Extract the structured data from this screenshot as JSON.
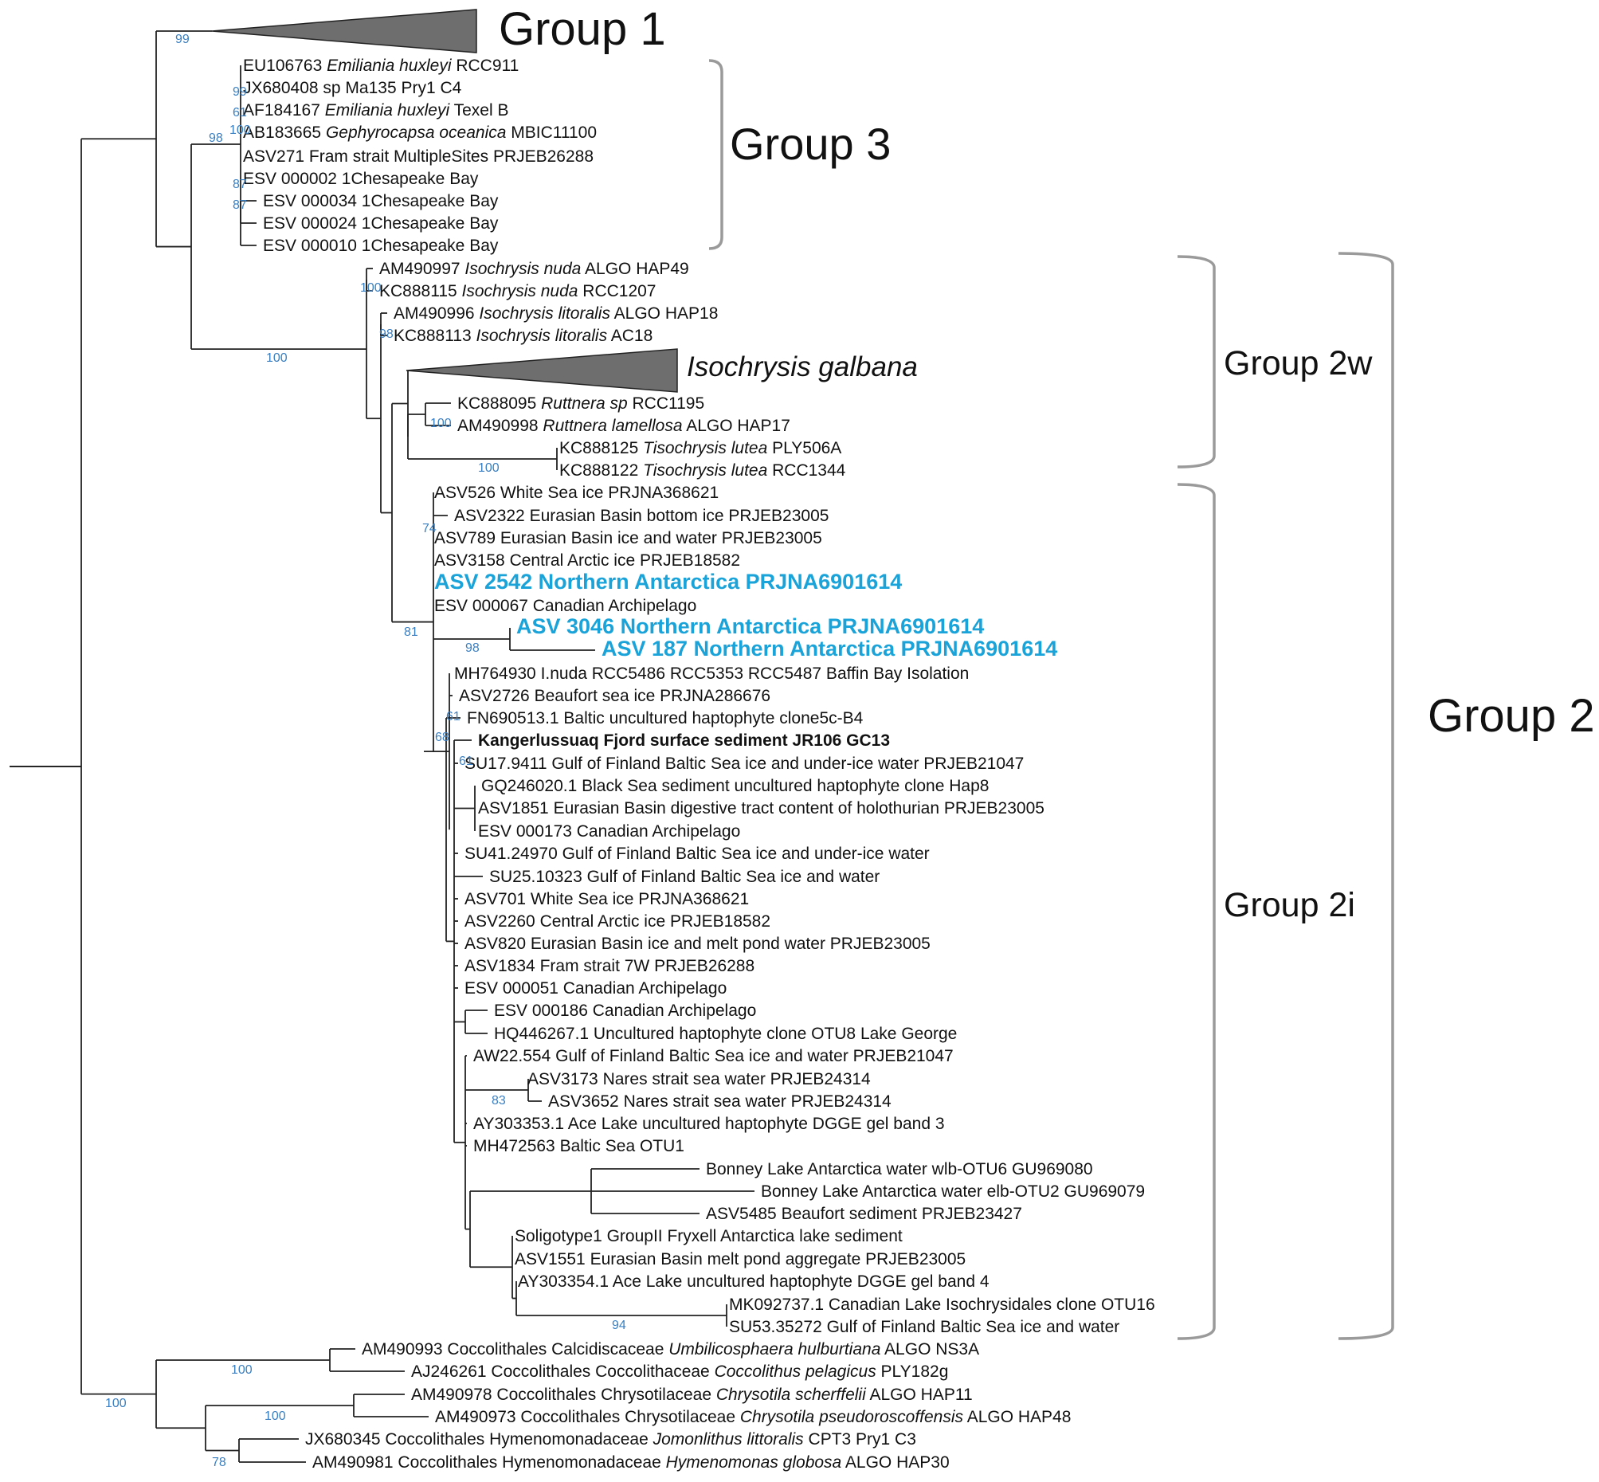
{
  "tips": [
    {
      "id": "t1",
      "parts": [
        {
          "t": "EU106763 "
        },
        {
          "t": "Emiliania huxleyi",
          "i": true
        },
        {
          "t": " RCC911"
        }
      ]
    },
    {
      "id": "t2",
      "parts": [
        {
          "t": "JX680408 sp Ma135 Pry1 C4"
        }
      ]
    },
    {
      "id": "t3",
      "parts": [
        {
          "t": "AF184167 "
        },
        {
          "t": "Emiliania huxleyi",
          "i": true
        },
        {
          "t": " Texel B"
        }
      ]
    },
    {
      "id": "t4",
      "parts": [
        {
          "t": "AB183665 "
        },
        {
          "t": "Gephyrocapsa oceanica",
          "i": true
        },
        {
          "t": " MBIC11100"
        }
      ]
    },
    {
      "id": "t5",
      "parts": [
        {
          "t": "ASV271 Fram strait MultipleSites PRJEB26288"
        }
      ]
    },
    {
      "id": "t6",
      "parts": [
        {
          "t": "ESV 000002 1Chesapeake Bay"
        }
      ]
    },
    {
      "id": "t7",
      "parts": [
        {
          "t": "ESV 000034 1Chesapeake Bay"
        }
      ]
    },
    {
      "id": "t8",
      "parts": [
        {
          "t": "ESV 000024 1Chesapeake Bay"
        }
      ]
    },
    {
      "id": "t9",
      "parts": [
        {
          "t": "ESV 000010 1Chesapeake Bay"
        }
      ]
    },
    {
      "id": "t10",
      "parts": [
        {
          "t": "AM490997 "
        },
        {
          "t": "Isochrysis nuda",
          "i": true
        },
        {
          "t": " ALGO HAP49"
        }
      ]
    },
    {
      "id": "t11",
      "parts": [
        {
          "t": "KC888115 "
        },
        {
          "t": "Isochrysis nuda",
          "i": true
        },
        {
          "t": " RCC1207"
        }
      ]
    },
    {
      "id": "t12",
      "parts": [
        {
          "t": "AM490996 "
        },
        {
          "t": "Isochrysis litoralis",
          "i": true
        },
        {
          "t": " ALGO HAP18"
        }
      ]
    },
    {
      "id": "t13",
      "parts": [
        {
          "t": "KC888113 "
        },
        {
          "t": "Isochrysis litoralis",
          "i": true
        },
        {
          "t": " AC18"
        }
      ]
    },
    {
      "id": "t14",
      "parts": [
        {
          "t": "KC888095 "
        },
        {
          "t": "Ruttnera sp",
          "i": true
        },
        {
          "t": " RCC1195"
        }
      ]
    },
    {
      "id": "t15",
      "parts": [
        {
          "t": "AM490998 "
        },
        {
          "t": "Ruttnera lamellosa",
          "i": true
        },
        {
          "t": " ALGO HAP17"
        }
      ]
    },
    {
      "id": "t16",
      "parts": [
        {
          "t": "KC888125 "
        },
        {
          "t": "Tisochrysis lutea",
          "i": true
        },
        {
          "t": " PLY506A"
        }
      ]
    },
    {
      "id": "t17",
      "parts": [
        {
          "t": "KC888122 "
        },
        {
          "t": "Tisochrysis lutea",
          "i": true
        },
        {
          "t": " RCC1344"
        }
      ]
    },
    {
      "id": "t18",
      "parts": [
        {
          "t": "ASV526 White Sea ice PRJNA368621"
        }
      ]
    },
    {
      "id": "t19",
      "parts": [
        {
          "t": "ASV2322 Eurasian Basin bottom ice PRJEB23005"
        }
      ]
    },
    {
      "id": "t20",
      "parts": [
        {
          "t": "ASV789 Eurasian Basin ice and water PRJEB23005"
        }
      ]
    },
    {
      "id": "t21",
      "parts": [
        {
          "t": "ASV3158 Central Arctic ice PRJEB18582"
        }
      ]
    },
    {
      "id": "t22",
      "hl": true,
      "parts": [
        {
          "t": "ASV 2542 Northern Antarctica PRJNA6901614"
        }
      ]
    },
    {
      "id": "t23",
      "parts": [
        {
          "t": "ESV 000067 Canadian Archipelago"
        }
      ]
    },
    {
      "id": "t24",
      "hl": true,
      "parts": [
        {
          "t": "ASV 3046 Northern Antarctica PRJNA6901614"
        }
      ]
    },
    {
      "id": "t25",
      "hl": true,
      "parts": [
        {
          "t": "ASV 187 Northern Antarctica PRJNA6901614"
        }
      ]
    },
    {
      "id": "t26",
      "parts": [
        {
          "t": "MH764930 I.nuda RCC5486 RCC5353 RCC5487 Baffin Bay Isolation"
        }
      ]
    },
    {
      "id": "t27",
      "parts": [
        {
          "t": "ASV2726 Beaufort sea ice PRJNA286676"
        }
      ]
    },
    {
      "id": "t28",
      "parts": [
        {
          "t": "FN690513.1 Baltic uncultured haptophyte clone5c-B4"
        }
      ]
    },
    {
      "id": "t29",
      "bold": true,
      "parts": [
        {
          "t": "Kangerlussuaq Fjord surface sediment JR106 GC13"
        }
      ]
    },
    {
      "id": "t30",
      "parts": [
        {
          "t": "SU17.9411 Gulf of Finland Baltic Sea ice and under-ice water PRJEB21047"
        }
      ]
    },
    {
      "id": "t31",
      "parts": [
        {
          "t": "GQ246020.1 Black Sea sediment uncultured haptophyte clone Hap8"
        }
      ]
    },
    {
      "id": "t32",
      "parts": [
        {
          "t": "ASV1851 Eurasian Basin digestive tract content of holothurian PRJEB23005"
        }
      ]
    },
    {
      "id": "t33",
      "parts": [
        {
          "t": "ESV 000173 Canadian Archipelago"
        }
      ]
    },
    {
      "id": "t34",
      "parts": [
        {
          "t": "SU41.24970 Gulf of Finland Baltic Sea ice and under-ice water"
        }
      ]
    },
    {
      "id": "t35",
      "parts": [
        {
          "t": "SU25.10323 Gulf of Finland Baltic Sea ice and water"
        }
      ]
    },
    {
      "id": "t36",
      "parts": [
        {
          "t": "ASV701 White Sea ice PRJNA368621"
        }
      ]
    },
    {
      "id": "t37",
      "parts": [
        {
          "t": "ASV2260 Central Arctic ice PRJEB18582"
        }
      ]
    },
    {
      "id": "t38",
      "parts": [
        {
          "t": "ASV820 Eurasian Basin ice and melt pond water PRJEB23005"
        }
      ]
    },
    {
      "id": "t39",
      "parts": [
        {
          "t": "ASV1834 Fram strait 7W PRJEB26288"
        }
      ]
    },
    {
      "id": "t40",
      "parts": [
        {
          "t": "ESV 000051 Canadian Archipelago"
        }
      ]
    },
    {
      "id": "t41",
      "parts": [
        {
          "t": "ESV 000186 Canadian Archipelago"
        }
      ]
    },
    {
      "id": "t42",
      "parts": [
        {
          "t": "HQ446267.1 Uncultured haptophyte clone OTU8 Lake George"
        }
      ]
    },
    {
      "id": "t43",
      "parts": [
        {
          "t": "AW22.554 Gulf of Finland Baltic Sea ice and water PRJEB21047"
        }
      ]
    },
    {
      "id": "t44",
      "parts": [
        {
          "t": "ASV3173 Nares strait sea water PRJEB24314"
        }
      ]
    },
    {
      "id": "t45",
      "parts": [
        {
          "t": "ASV3652 Nares strait sea water PRJEB24314"
        }
      ]
    },
    {
      "id": "t46",
      "parts": [
        {
          "t": "AY303353.1 Ace Lake uncultured haptophyte DGGE gel band 3"
        }
      ]
    },
    {
      "id": "t47",
      "parts": [
        {
          "t": "MH472563 Baltic Sea OTU1"
        }
      ]
    },
    {
      "id": "t48",
      "parts": [
        {
          "t": "Bonney Lake Antarctica water wlb-OTU6 GU969080"
        }
      ]
    },
    {
      "id": "t49",
      "parts": [
        {
          "t": "Bonney Lake Antarctica water elb-OTU2 GU969079"
        }
      ]
    },
    {
      "id": "t50",
      "parts": [
        {
          "t": "ASV5485 Beaufort sediment PRJEB23427"
        }
      ]
    },
    {
      "id": "t51",
      "parts": [
        {
          "t": "Soligotype1 GroupII Fryxell Antarctica lake sediment"
        }
      ]
    },
    {
      "id": "t52",
      "parts": [
        {
          "t": "ASV1551 Eurasian Basin melt pond aggregate PRJEB23005"
        }
      ]
    },
    {
      "id": "t53",
      "parts": [
        {
          "t": "AY303354.1 Ace Lake uncultured haptophyte DGGE gel band 4"
        }
      ]
    },
    {
      "id": "t54",
      "parts": [
        {
          "t": "MK092737.1 Canadian Lake Isochrysidales clone OTU16"
        }
      ]
    },
    {
      "id": "t55",
      "parts": [
        {
          "t": "SU53.35272 Gulf of Finland Baltic Sea ice and water"
        }
      ]
    },
    {
      "id": "t56",
      "parts": [
        {
          "t": "AM490993 Coccolithales Calcidiscaceae "
        },
        {
          "t": "Umbilicosphaera hulburtiana",
          "i": true
        },
        {
          "t": " ALGO NS3A"
        }
      ]
    },
    {
      "id": "t57",
      "parts": [
        {
          "t": "AJ246261 Coccolithales Coccolithaceae "
        },
        {
          "t": "Coccolithus pelagicus",
          "i": true
        },
        {
          "t": " PLY182g"
        }
      ]
    },
    {
      "id": "t58",
      "parts": [
        {
          "t": "AM490978 Coccolithales Chrysotilaceae "
        },
        {
          "t": "Chrysotila scherffelii",
          "i": true
        },
        {
          "t": " ALGO HAP11"
        }
      ]
    },
    {
      "id": "t59",
      "parts": [
        {
          "t": "AM490973 Coccolithales Chrysotilaceae "
        },
        {
          "t": "Chrysotila pseudoroscoffensis",
          "i": true
        },
        {
          "t": " ALGO HAP48"
        }
      ]
    },
    {
      "id": "t60",
      "parts": [
        {
          "t": "JX680345 Coccolithales Hymenomonadaceae "
        },
        {
          "t": "Jomonlithus littoralis",
          "i": true
        },
        {
          "t": " CPT3 Pry1 C3"
        }
      ]
    },
    {
      "id": "t61",
      "parts": [
        {
          "t": "AM490981 Coccolithales Hymenomonadaceae "
        },
        {
          "t": "Hymenomonas globosa",
          "i": true
        },
        {
          "t": " ALGO HAP30"
        }
      ]
    }
  ],
  "collapsed": [
    {
      "id": "c1",
      "label": "Group 1"
    },
    {
      "id": "c2",
      "label": "Isochrysis galbana",
      "italic": true
    }
  ],
  "groups": [
    {
      "id": "g3",
      "label": "Group 3"
    },
    {
      "id": "g2w",
      "label": "Group 2w"
    },
    {
      "id": "g2i",
      "label": "Group 2i"
    },
    {
      "id": "g2",
      "label": "Group 2"
    }
  ],
  "bootstrap": [
    {
      "id": "b1",
      "v": "99"
    },
    {
      "id": "b2",
      "v": "98"
    },
    {
      "id": "b3",
      "v": "99"
    },
    {
      "id": "b4",
      "v": "61"
    },
    {
      "id": "b5",
      "v": "100"
    },
    {
      "id": "b6",
      "v": "87"
    },
    {
      "id": "b7",
      "v": "87"
    },
    {
      "id": "b8",
      "v": "100"
    },
    {
      "id": "b9",
      "v": "100"
    },
    {
      "id": "b10",
      "v": "98"
    },
    {
      "id": "b11",
      "v": "100"
    },
    {
      "id": "b12",
      "v": "100"
    },
    {
      "id": "b13",
      "v": "74"
    },
    {
      "id": "b14",
      "v": "81"
    },
    {
      "id": "b15",
      "v": "98"
    },
    {
      "id": "b16",
      "v": "61"
    },
    {
      "id": "b17",
      "v": "68"
    },
    {
      "id": "b18",
      "v": "61"
    },
    {
      "id": "b19",
      "v": "83"
    },
    {
      "id": "b20",
      "v": "94"
    },
    {
      "id": "b21",
      "v": "100"
    },
    {
      "id": "b22",
      "v": "100"
    },
    {
      "id": "b23",
      "v": "100"
    },
    {
      "id": "b24",
      "v": "78"
    }
  ],
  "colors": {
    "highlight": "#1aa3d9",
    "bootstrap": "#3a7fc1",
    "bracket": "#9a9a9a",
    "collapsed_fill": "#6e6e6e"
  }
}
